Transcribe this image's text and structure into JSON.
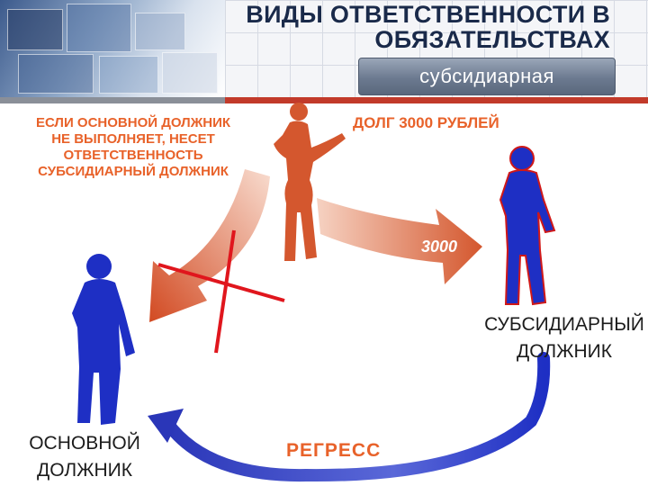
{
  "slide": {
    "title_line1": "ВИДЫ ОТВЕТСТВЕННОСТИ В",
    "title_line2": "ОБЯЗАТЕЛЬСТВАХ",
    "subtitle": "субсидиарная"
  },
  "annotations": {
    "condition_line1": "ЕСЛИ ОСНОВНОЙ ДОЛЖНИК",
    "condition_line2": "НЕ ВЫПОЛНЯЕТ, НЕСЕТ",
    "condition_line3": "ОТВЕТСТВЕННОСТЬ",
    "condition_line4": "СУБСИДИАРНЫЙ ДОЛЖНИК",
    "debt": "ДОЛГ 3000 РУБЛЕЙ",
    "amount": "3000",
    "regress": "РЕГРЕСС"
  },
  "labels": {
    "subsidiary_line1": "СУБСИДИАРНЫЙ",
    "subsidiary_line2": "ДОЛЖНИК",
    "main_line1": "ОСНОВНОЙ",
    "main_line2": "ДОЛЖНИК"
  },
  "colors": {
    "creditor": "#d4572e",
    "debtor": "#1e2fc4",
    "accent_text": "#e8622a",
    "cross": "#e0161d"
  }
}
